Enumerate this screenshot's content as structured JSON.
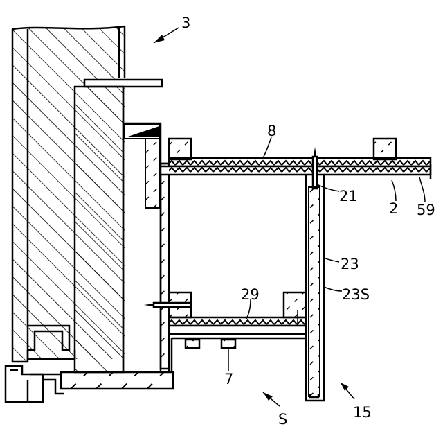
{
  "figure": {
    "labels": {
      "l3": "3",
      "l8": "8",
      "l21": "21",
      "l2": "2",
      "l59": "59",
      "l23": "23",
      "l29": "29",
      "l23s": "23S",
      "l7": "7",
      "lS": "S",
      "l15": "15"
    }
  }
}
